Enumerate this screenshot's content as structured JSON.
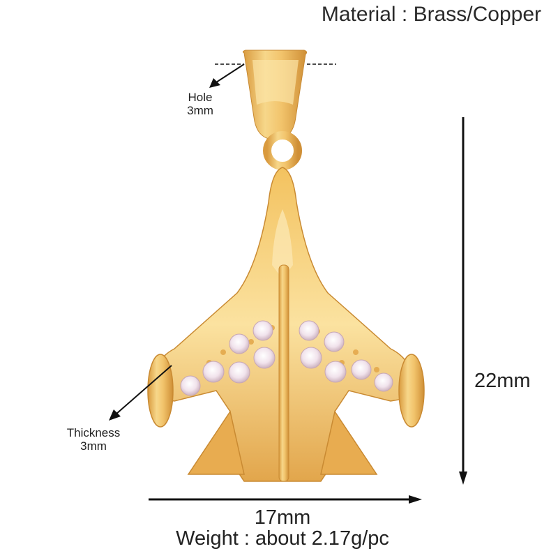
{
  "header": {
    "material": "Material : Brass/Copper"
  },
  "annotations": {
    "hole": {
      "label": "Hole",
      "value": "3mm"
    },
    "thickness": {
      "label": "Thickness",
      "value": "3mm"
    },
    "height": "22mm",
    "width": "17mm"
  },
  "footer": {
    "weight": "Weight : about 2.17g/pc"
  },
  "product": {
    "type": "airplane pendant",
    "stones_count": 12,
    "colors": {
      "gold_light": "#f7d78a",
      "gold_mid": "#e9b25a",
      "gold_dark": "#c98a32",
      "stone": "#f3e6ee",
      "line": "#111111"
    }
  }
}
